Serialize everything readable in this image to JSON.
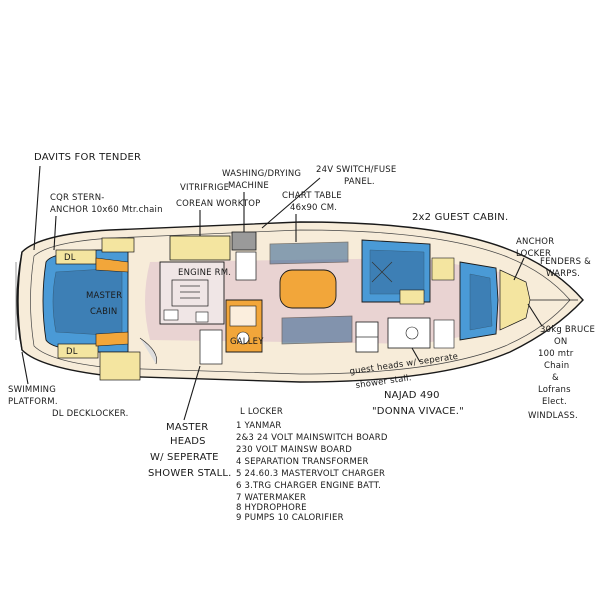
{
  "colors": {
    "ink": "#1a1a1a",
    "cabin_blue": "#4a9ad6",
    "cushion_dark": "#2f5f8f",
    "galley_orange": "#f2a63a",
    "sole_pink": "#e6cfd0",
    "locker_yellow": "#f4e5a0",
    "grey": "#9a9a9a"
  },
  "labels": {
    "davits": "DAVITS FOR TENDER",
    "cqr_line1": "CQR STERN-",
    "cqr_line2": "ANCHOR 10x60 Mtr.chain",
    "fridge_line1": "VITRIFRIGE",
    "fridge_line2": "COREAN WORKTOP",
    "washing_line1": "WASHING/DRYING",
    "washing_line2": "MACHINE",
    "switch_line1": "24V SWITCH/FUSE",
    "switch_line2": "PANEL.",
    "chart_line1": "CHART TABLE",
    "chart_line2": "46x90 CM.",
    "guest_cabin": "2x2 GUEST CABIN.",
    "anchor_line1": "ANCHOR",
    "anchor_line2": "LOCKER",
    "fenders_line1": "FENDERS &",
    "fenders_line2": "WARPS.",
    "bruce_line1": "30kg BRUCE",
    "bruce_line2": "ON",
    "bruce_line3": "100 mtr",
    "bruce_line4": "Chain",
    "bruce_line5": "&",
    "bruce_line6": "Lofrans",
    "bruce_line7": "Elect.",
    "bruce_line8": "WINDLASS.",
    "master_cabin_line1": "MASTER",
    "master_cabin_line2": "CABIN",
    "engine_room": "ENGINE RM.",
    "galley": "GALLEY",
    "dl": "DL",
    "swimming_line1": "SWIMMING",
    "swimming_line2": "PLATFORM.",
    "decklocker": "DL    DECKLOCKER.",
    "master_heads_line1": "MASTER",
    "master_heads_line2": "HEADS",
    "master_heads_line3": "W/ SEPERATE",
    "master_heads_line4": "SHOWER STALL.",
    "guest_heads_line1": "guest heads w/ seperate",
    "guest_heads_line2": "shower stall.",
    "model": "NAJAD 490",
    "boat_name": "\"DONNA VIVACE.\""
  },
  "legend": {
    "title": "L  LOCKER",
    "items": [
      "1   YANMAR",
      "2&3   24 VOLT MAINSWITCH BOARD",
      "        230 VOLT MAINSW BOARD",
      "4   SEPARATION TRANSFORMER",
      "5   24.60.3 MASTERVOLT CHARGER",
      "6   3.TRG CHARGER ENGINE BATT.",
      "7   WATERMAKER",
      "8   HYDROPHORE",
      "9   PUMPS          10 CALORIFIER"
    ]
  }
}
